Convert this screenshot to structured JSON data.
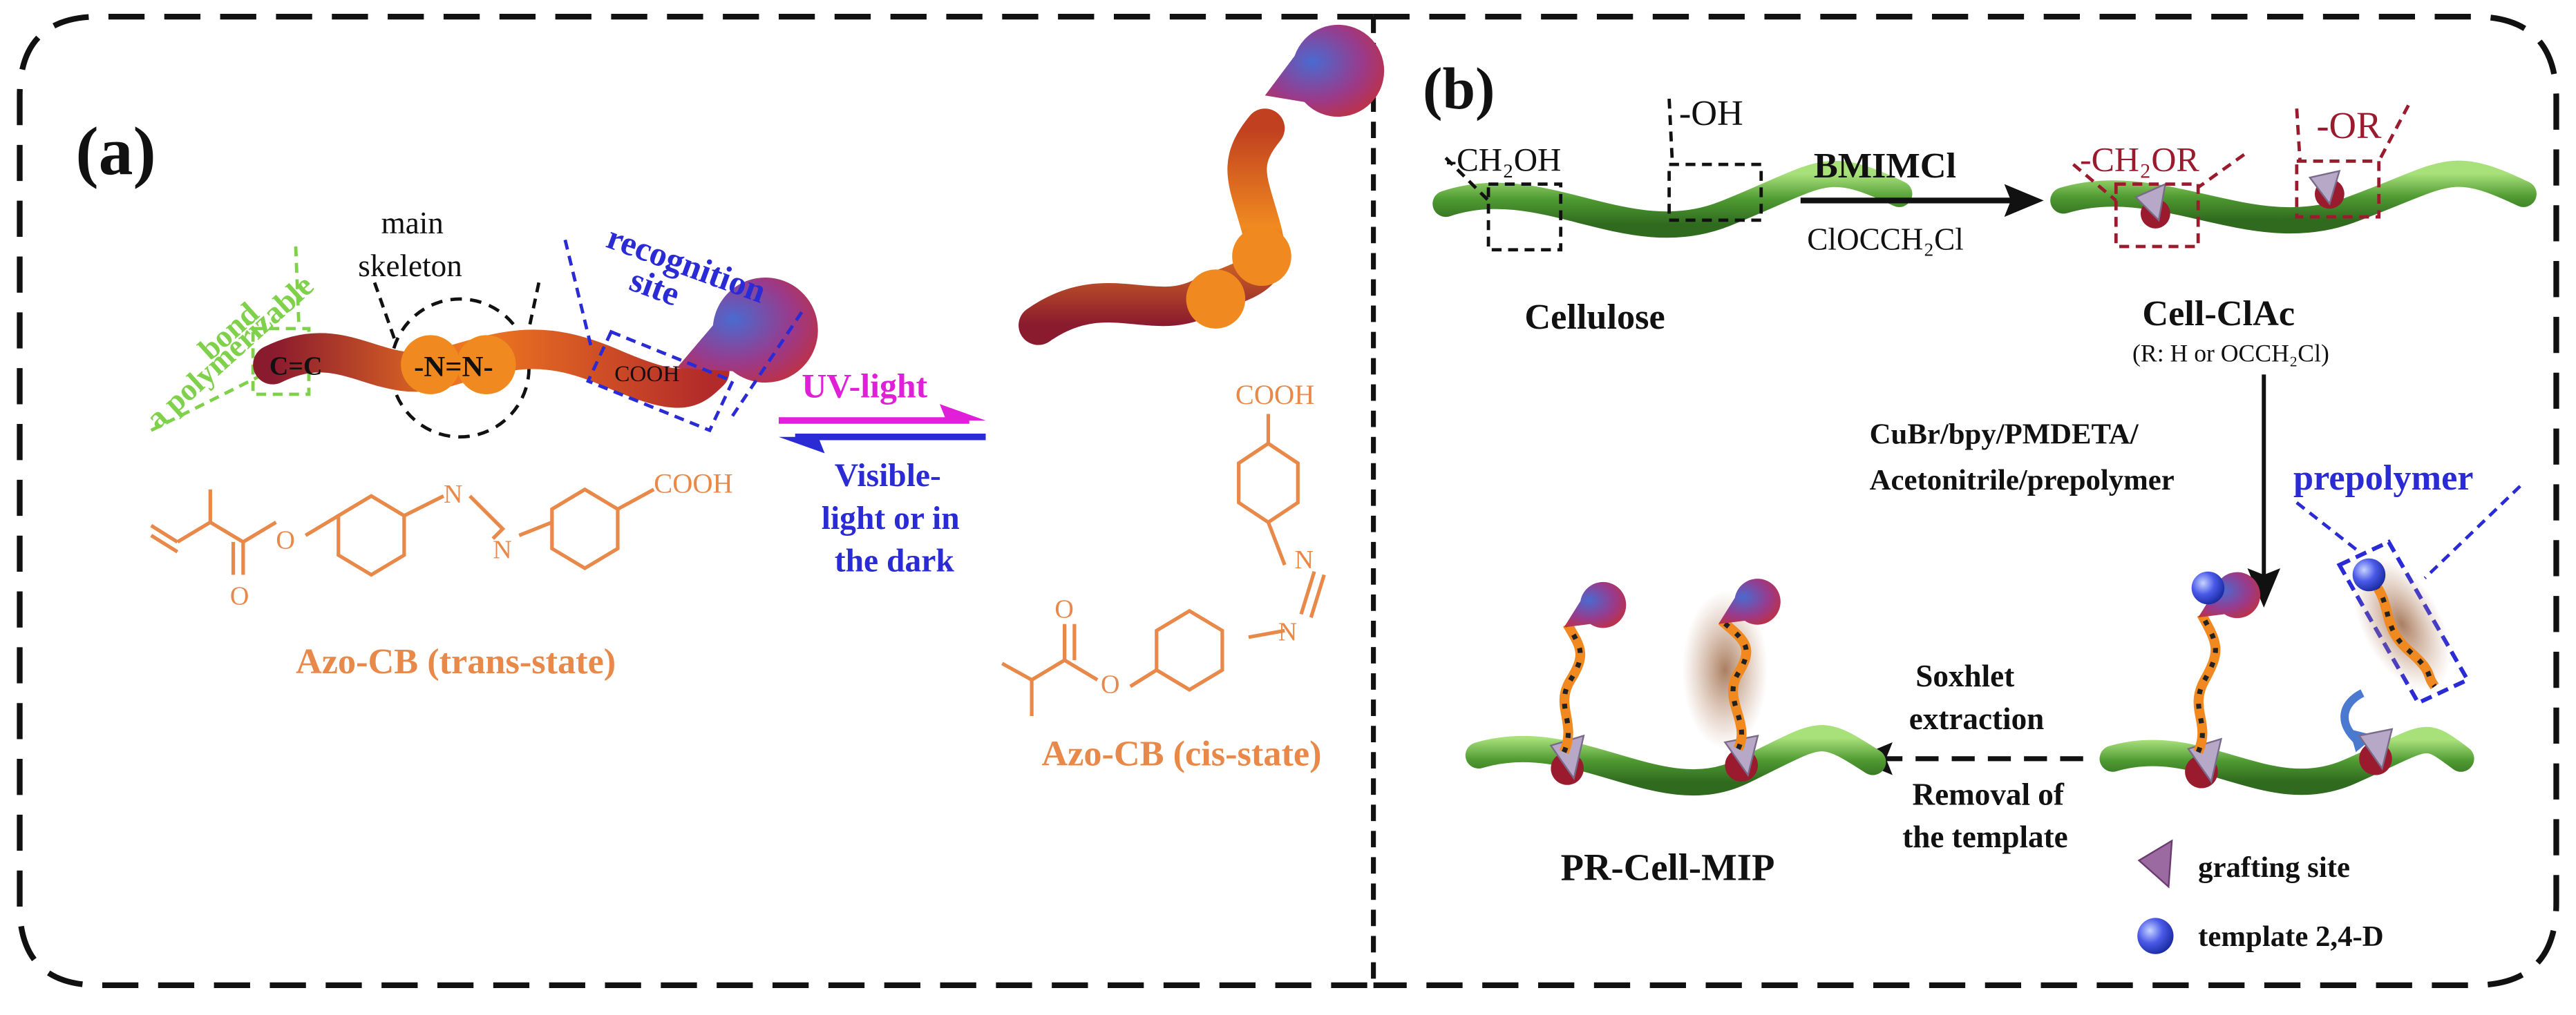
{
  "colors": {
    "black": "#111111",
    "orange": "#e8894a",
    "green": "#7fd04a",
    "blue": "#2b2bd6",
    "magenta": "#e020d8",
    "red": "#9a1b2e",
    "fiber": "#5aa03c",
    "grey": "#555555"
  },
  "panel_a": {
    "label": "(a)",
    "polymerizable_1": "a polymerizable",
    "polymerizable_2": "bond",
    "skeleton_1": "main",
    "skeleton_2": "skeleton",
    "recognition_1": "recognition",
    "recognition_2": "site",
    "azo_bond": "-N=N-",
    "cooh_short": "COOH",
    "uv_light": "UV-light",
    "visible_1": "Visible-",
    "visible_2": "light or in",
    "visible_3": "the dark",
    "cooh_trans": "COOH",
    "cooh_cis": "COOH",
    "trans_label": "Azo-CB (trans-state)",
    "cis_label": "Azo-CB (cis-state)"
  },
  "panel_b": {
    "label": "(b)",
    "ch2oh": "-CH₂OH",
    "oh": "-OH",
    "cellulose": "Cellulose",
    "reagent_top": "BMIMCl",
    "reagent_bottom": "ClOCCH₂Cl",
    "ch2or": "-CH₂OR",
    "or": "-OR",
    "cell_clac": "Cell-ClAc",
    "r_def": "(R: H or OCCH₂Cl)",
    "conditions_1": "CuBr/bpy/PMDETA/",
    "conditions_2": "Acetonitrile/prepolymer",
    "prepolymer": "prepolymer",
    "soxhlet_1": "Soxhlet",
    "soxhlet_2": "extraction",
    "removal_1": "Removal of",
    "removal_2": "the template",
    "product": "PR-Cell-MIP",
    "legend_grafting": "grafting site",
    "legend_template": "template 2,4-D"
  }
}
